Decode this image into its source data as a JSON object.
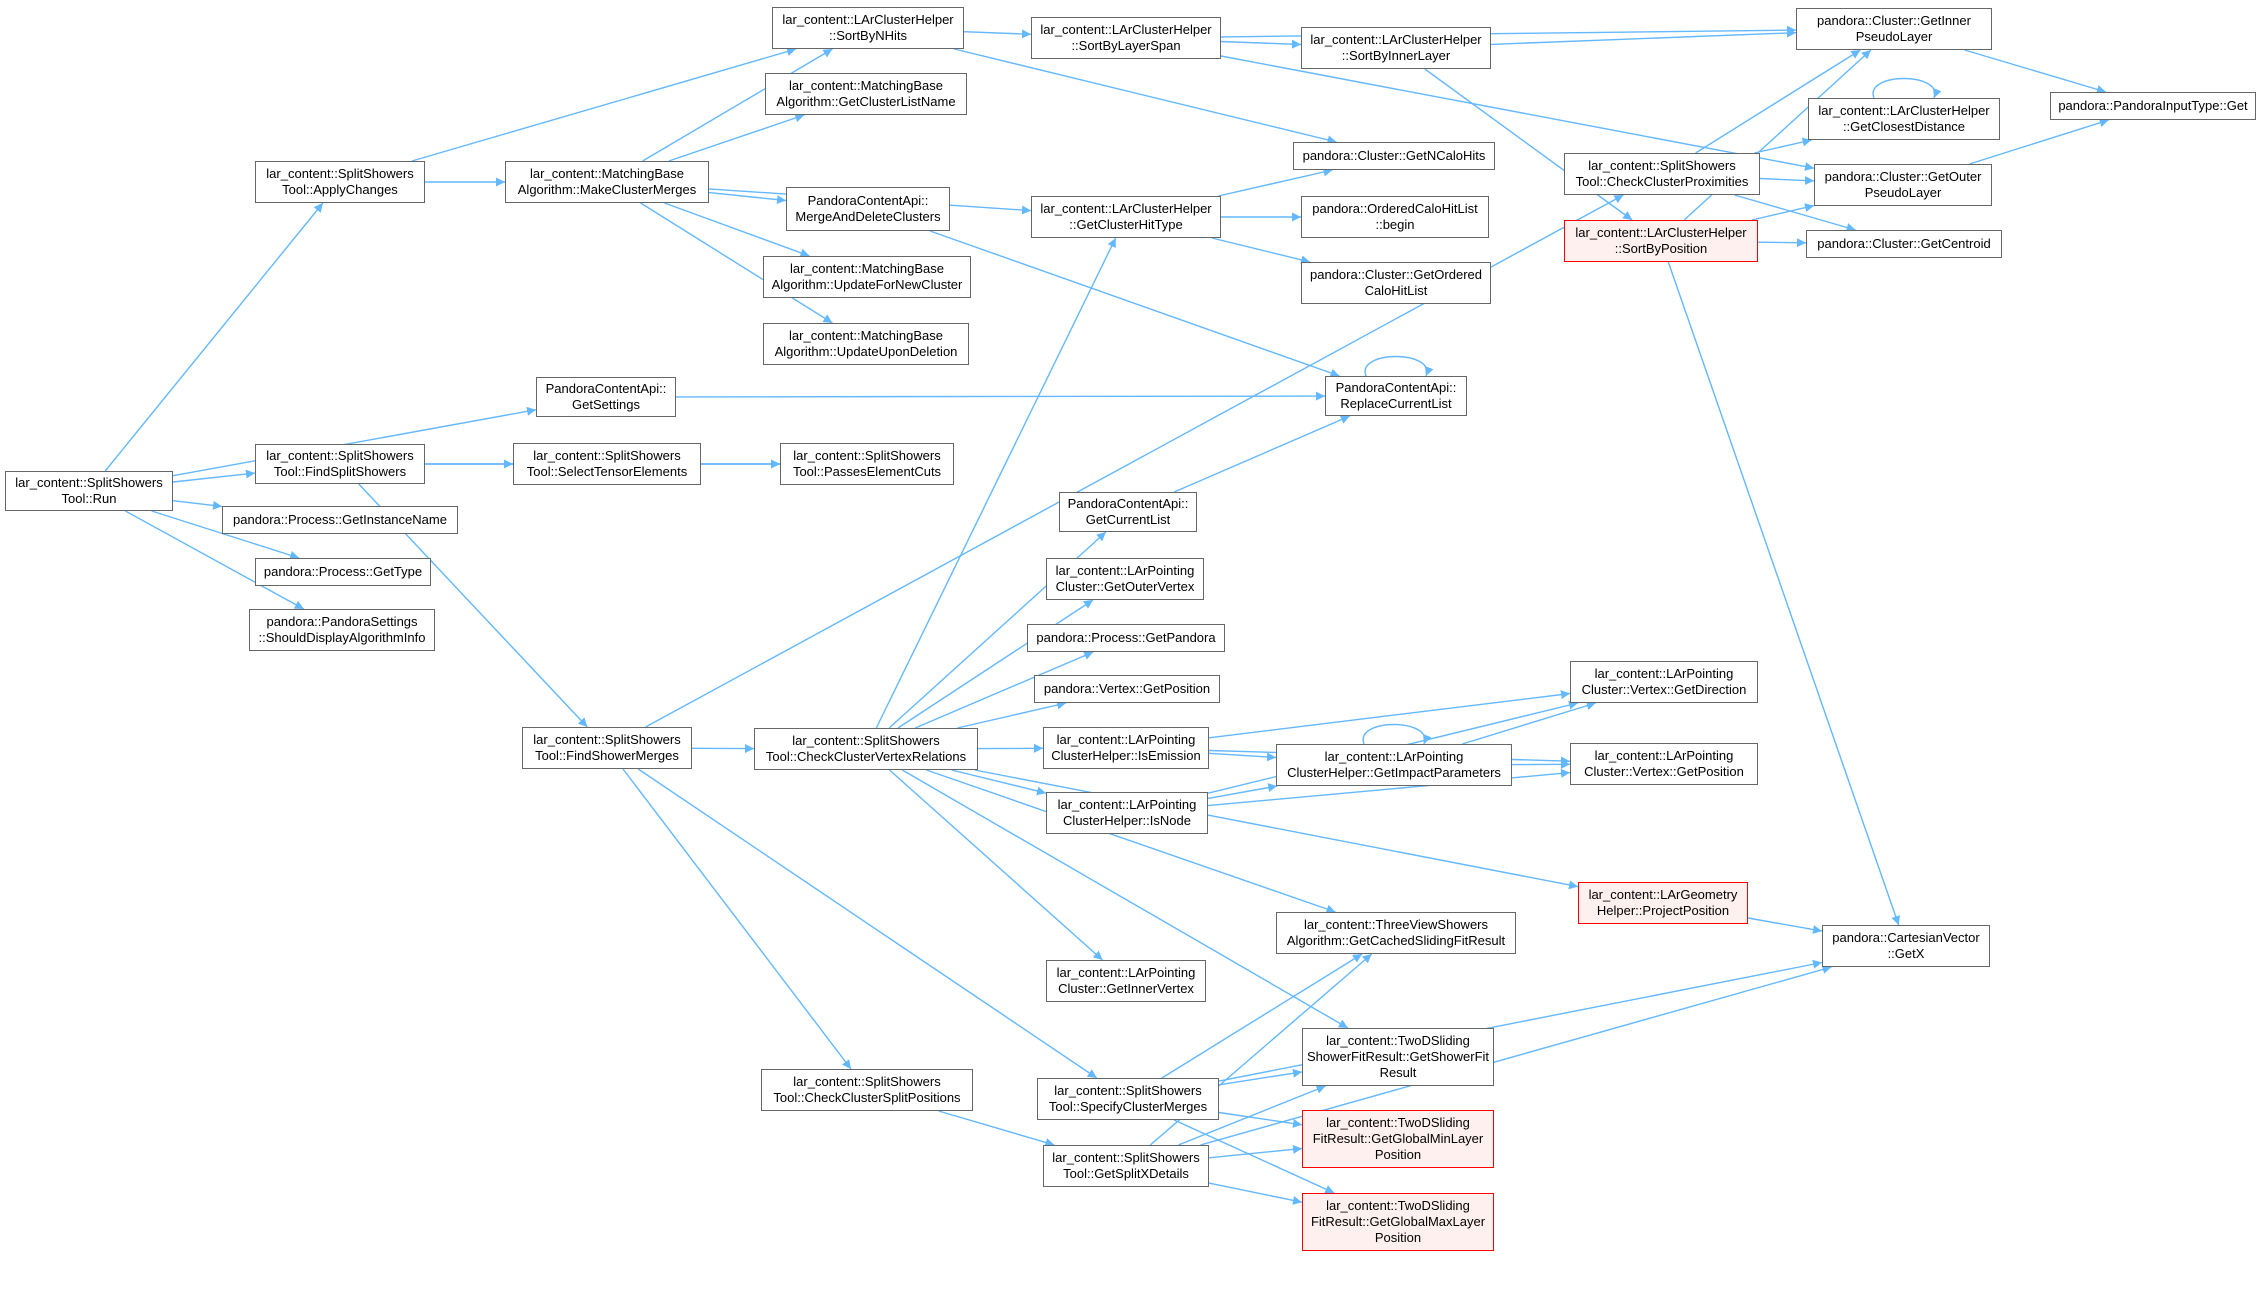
{
  "colors": {
    "edge": "#63b8ff",
    "node_border": "#666666",
    "root_fill": "#999999",
    "truncated_border": "#ff0000",
    "truncated_fill": "#fff0f0"
  },
  "nodes": {
    "run": {
      "lines": [
        "lar_content::SplitShowers",
        "Tool::Run"
      ],
      "style": "root"
    },
    "applyChanges": {
      "lines": [
        "lar_content::SplitShowers",
        "Tool::ApplyChanges"
      ]
    },
    "getSettings": {
      "lines": [
        "PandoraContentApi::",
        "GetSettings"
      ]
    },
    "findSplitShowers": {
      "lines": [
        "lar_content::SplitShowers",
        "Tool::FindSplitShowers"
      ]
    },
    "getInstanceName": {
      "lines": [
        "pandora::Process::GetInstanceName"
      ]
    },
    "getType": {
      "lines": [
        "pandora::Process::GetType"
      ]
    },
    "shouldDisplay": {
      "lines": [
        "pandora::PandoraSettings",
        "::ShouldDisplayAlgorithmInfo"
      ]
    },
    "makeClusterMerges": {
      "lines": [
        "lar_content::MatchingBase",
        "Algorithm::MakeClusterMerges"
      ]
    },
    "sortByNHits": {
      "lines": [
        "lar_content::LArClusterHelper",
        "::SortByNHits"
      ]
    },
    "getClusterListName": {
      "lines": [
        "lar_content::MatchingBase",
        "Algorithm::GetClusterListName"
      ]
    },
    "mergeAndDelete": {
      "lines": [
        "PandoraContentApi::",
        "MergeAndDeleteClusters"
      ]
    },
    "updateForNew": {
      "lines": [
        "lar_content::MatchingBase",
        "Algorithm::UpdateForNewCluster"
      ]
    },
    "updateUponDeletion": {
      "lines": [
        "lar_content::MatchingBase",
        "Algorithm::UpdateUponDeletion"
      ]
    },
    "sortByLayerSpan": {
      "lines": [
        "lar_content::LArClusterHelper",
        "::SortByLayerSpan"
      ]
    },
    "getClusterHitType": {
      "lines": [
        "lar_content::LArClusterHelper",
        "::GetClusterHitType"
      ]
    },
    "sortByInnerLayer": {
      "lines": [
        "lar_content::LArClusterHelper",
        "::SortByInnerLayer"
      ]
    },
    "getNCaloHits": {
      "lines": [
        "pandora::Cluster::GetNCaloHits"
      ]
    },
    "orderedBegin": {
      "lines": [
        "pandora::OrderedCaloHitList",
        "::begin"
      ]
    },
    "getOrderedCaloHitList": {
      "lines": [
        "pandora::Cluster::GetOrdered",
        "CaloHitList"
      ]
    },
    "replaceCurrentList": {
      "lines": [
        "PandoraContentApi::",
        "ReplaceCurrentList"
      ]
    },
    "getInnerPseudoLayer": {
      "lines": [
        "pandora::Cluster::GetInner",
        "PseudoLayer"
      ]
    },
    "getClosestDistance": {
      "lines": [
        "lar_content::LArClusterHelper",
        "::GetClosestDistance"
      ]
    },
    "pandoraInputTypeGet": {
      "lines": [
        "pandora::PandoraInputType::Get"
      ]
    },
    "checkClusterProximities": {
      "lines": [
        "lar_content::SplitShowers",
        "Tool::CheckClusterProximities"
      ]
    },
    "getOuterPseudoLayer": {
      "lines": [
        "pandora::Cluster::GetOuter",
        "PseudoLayer"
      ]
    },
    "sortByPosition": {
      "lines": [
        "lar_content::LArClusterHelper",
        "::SortByPosition"
      ],
      "style": "red"
    },
    "getCentroid": {
      "lines": [
        "pandora::Cluster::GetCentroid"
      ]
    },
    "selectTensorElements": {
      "lines": [
        "lar_content::SplitShowers",
        "Tool::SelectTensorElements"
      ]
    },
    "passesElementCuts": {
      "lines": [
        "lar_content::SplitShowers",
        "Tool::PassesElementCuts"
      ]
    },
    "getCurrentList": {
      "lines": [
        "PandoraContentApi::",
        "GetCurrentList"
      ]
    },
    "getOuterVertex": {
      "lines": [
        "lar_content::LArPointing",
        "Cluster::GetOuterVertex"
      ]
    },
    "getPandora": {
      "lines": [
        "pandora::Process::GetPandora"
      ]
    },
    "vertexGetPosition": {
      "lines": [
        "pandora::Vertex::GetPosition"
      ]
    },
    "findShowerMerges": {
      "lines": [
        "lar_content::SplitShowers",
        "Tool::FindShowerMerges"
      ]
    },
    "checkClusterVertexRelations": {
      "lines": [
        "lar_content::SplitShowers",
        "Tool::CheckClusterVertexRelations"
      ]
    },
    "isEmission": {
      "lines": [
        "lar_content::LArPointing",
        "ClusterHelper::IsEmission"
      ]
    },
    "isNode": {
      "lines": [
        "lar_content::LArPointing",
        "ClusterHelper::IsNode"
      ]
    },
    "getImpactParameters": {
      "lines": [
        "lar_content::LArPointing",
        "ClusterHelper::GetImpactParameters"
      ]
    },
    "vertexGetDirection": {
      "lines": [
        "lar_content::LArPointing",
        "Cluster::Vertex::GetDirection"
      ]
    },
    "pcVertexGetPosition": {
      "lines": [
        "lar_content::LArPointing",
        "Cluster::Vertex::GetPosition"
      ]
    },
    "projectPosition": {
      "lines": [
        "lar_content::LArGeometry",
        "Helper::ProjectPosition"
      ],
      "style": "red"
    },
    "getCachedSlidingFit": {
      "lines": [
        "lar_content::ThreeViewShowers",
        "Algorithm::GetCachedSlidingFitResult"
      ]
    },
    "cartesianGetX": {
      "lines": [
        "pandora::CartesianVector",
        "::GetX"
      ]
    },
    "getInnerVertex": {
      "lines": [
        "lar_content::LArPointing",
        "Cluster::GetInnerVertex"
      ]
    },
    "getShowerFitResult": {
      "lines": [
        "lar_content::TwoDSliding",
        "ShowerFitResult::GetShowerFit",
        "Result"
      ]
    },
    "checkClusterSplitPositions": {
      "lines": [
        "lar_content::SplitShowers",
        "Tool::CheckClusterSplitPositions"
      ]
    },
    "specifyClusterMerges": {
      "lines": [
        "lar_content::SplitShowers",
        "Tool::SpecifyClusterMerges"
      ]
    },
    "getGlobalMinLayer": {
      "lines": [
        "lar_content::TwoDSliding",
        "FitResult::GetGlobalMinLayer",
        "Position"
      ],
      "style": "red"
    },
    "getSplitXDetails": {
      "lines": [
        "lar_content::SplitShowers",
        "Tool::GetSplitXDetails"
      ]
    },
    "getGlobalMaxLayer": {
      "lines": [
        "lar_content::TwoDSliding",
        "FitResult::GetGlobalMaxLayer",
        "Position"
      ],
      "style": "red"
    }
  },
  "edges": [
    [
      "run",
      "applyChanges"
    ],
    [
      "run",
      "getSettings"
    ],
    [
      "run",
      "findSplitShowers"
    ],
    [
      "run",
      "getInstanceName"
    ],
    [
      "run",
      "getType"
    ],
    [
      "run",
      "shouldDisplay"
    ],
    [
      "applyChanges",
      "sortByNHits"
    ],
    [
      "applyChanges",
      "makeClusterMerges"
    ],
    [
      "makeClusterMerges",
      "sortByNHits"
    ],
    [
      "makeClusterMerges",
      "getClusterListName"
    ],
    [
      "makeClusterMerges",
      "mergeAndDelete"
    ],
    [
      "makeClusterMerges",
      "updateForNew"
    ],
    [
      "makeClusterMerges",
      "updateUponDeletion"
    ],
    [
      "makeClusterMerges",
      "getClusterHitType"
    ],
    [
      "sortByNHits",
      "sortByLayerSpan"
    ],
    [
      "sortByNHits",
      "getNCaloHits"
    ],
    [
      "sortByLayerSpan",
      "sortByInnerLayer"
    ],
    [
      "sortByLayerSpan",
      "getInnerPseudoLayer"
    ],
    [
      "sortByLayerSpan",
      "getOuterPseudoLayer"
    ],
    [
      "sortByInnerLayer",
      "getInnerPseudoLayer"
    ],
    [
      "sortByInnerLayer",
      "sortByPosition"
    ],
    [
      "getInnerPseudoLayer",
      "pandoraInputTypeGet"
    ],
    [
      "getOuterPseudoLayer",
      "pandoraInputTypeGet"
    ],
    [
      "getClosestDistance",
      "getClosestDistance"
    ],
    [
      "getClusterHitType",
      "getNCaloHits"
    ],
    [
      "getClusterHitType",
      "orderedBegin"
    ],
    [
      "getClusterHitType",
      "getOrderedCaloHitList"
    ],
    [
      "mergeAndDelete",
      "replaceCurrentList"
    ],
    [
      "getSettings",
      "replaceCurrentList"
    ],
    [
      "replaceCurrentList",
      "replaceCurrentList"
    ],
    [
      "findSplitShowers",
      "selectTensorElements"
    ],
    [
      "findSplitShowers",
      "passesElementCuts"
    ],
    [
      "findSplitShowers",
      "findShowerMerges"
    ],
    [
      "selectTensorElements",
      "passesElementCuts"
    ],
    [
      "findShowerMerges",
      "checkClusterProximities"
    ],
    [
      "findShowerMerges",
      "checkClusterVertexRelations"
    ],
    [
      "findShowerMerges",
      "checkClusterSplitPositions"
    ],
    [
      "findShowerMerges",
      "specifyClusterMerges"
    ],
    [
      "checkClusterProximities",
      "getClosestDistance"
    ],
    [
      "checkClusterProximities",
      "getInnerPseudoLayer"
    ],
    [
      "checkClusterProximities",
      "getOuterPseudoLayer"
    ],
    [
      "checkClusterProximities",
      "getCentroid"
    ],
    [
      "sortByPosition",
      "getInnerPseudoLayer"
    ],
    [
      "sortByPosition",
      "getOuterPseudoLayer"
    ],
    [
      "sortByPosition",
      "getCentroid"
    ],
    [
      "sortByPosition",
      "cartesianGetX"
    ],
    [
      "getCurrentList",
      "replaceCurrentList"
    ],
    [
      "checkClusterVertexRelations",
      "getClusterHitType"
    ],
    [
      "checkClusterVertexRelations",
      "getCurrentList"
    ],
    [
      "checkClusterVertexRelations",
      "getOuterVertex"
    ],
    [
      "checkClusterVertexRelations",
      "getPandora"
    ],
    [
      "checkClusterVertexRelations",
      "vertexGetPosition"
    ],
    [
      "checkClusterVertexRelations",
      "isEmission"
    ],
    [
      "checkClusterVertexRelations",
      "isNode"
    ],
    [
      "checkClusterVertexRelations",
      "projectPosition"
    ],
    [
      "checkClusterVertexRelations",
      "getCachedSlidingFit"
    ],
    [
      "checkClusterVertexRelations",
      "getInnerVertex"
    ],
    [
      "checkClusterVertexRelations",
      "getShowerFitResult"
    ],
    [
      "isEmission",
      "vertexGetDirection"
    ],
    [
      "isEmission",
      "getImpactParameters"
    ],
    [
      "isEmission",
      "pcVertexGetPosition"
    ],
    [
      "isNode",
      "vertexGetDirection"
    ],
    [
      "isNode",
      "getImpactParameters"
    ],
    [
      "isNode",
      "pcVertexGetPosition"
    ],
    [
      "getImpactParameters",
      "getImpactParameters"
    ],
    [
      "getImpactParameters",
      "vertexGetDirection"
    ],
    [
      "getImpactParameters",
      "pcVertexGetPosition"
    ],
    [
      "projectPosition",
      "cartesianGetX"
    ],
    [
      "checkClusterSplitPositions",
      "getSplitXDetails"
    ],
    [
      "specifyClusterMerges",
      "getCachedSlidingFit"
    ],
    [
      "specifyClusterMerges",
      "getShowerFitResult"
    ],
    [
      "specifyClusterMerges",
      "getGlobalMinLayer"
    ],
    [
      "specifyClusterMerges",
      "getGlobalMaxLayer"
    ],
    [
      "specifyClusterMerges",
      "cartesianGetX"
    ],
    [
      "getSplitXDetails",
      "getCachedSlidingFit"
    ],
    [
      "getSplitXDetails",
      "getShowerFitResult"
    ],
    [
      "getSplitXDetails",
      "getGlobalMinLayer"
    ],
    [
      "getSplitXDetails",
      "getGlobalMaxLayer"
    ],
    [
      "getSplitXDetails",
      "cartesianGetX"
    ]
  ]
}
